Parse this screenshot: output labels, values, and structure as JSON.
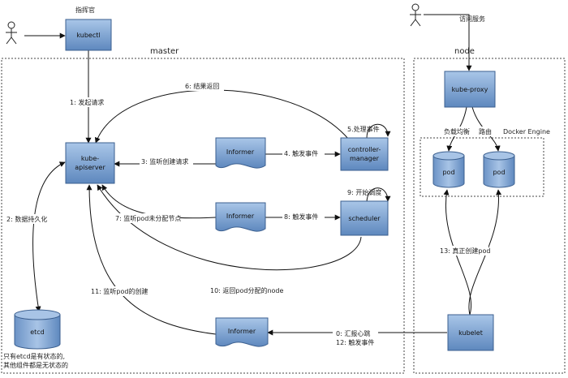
{
  "regions": {
    "master": "master",
    "node": "node",
    "docker_engine": "Docker Engine"
  },
  "actors": {
    "commander": "指挥官",
    "access_service": "访问服务"
  },
  "components": {
    "kubectl": "kubectl",
    "kube_apiserver_l1": "kube-",
    "kube_apiserver_l2": "apiserver",
    "informer_1": "Informer",
    "informer_2": "Informer",
    "informer_3": "Informer",
    "controller_manager_l1": "controller-",
    "controller_manager_l2": "manager",
    "scheduler": "scheduler",
    "etcd": "etcd",
    "kube_proxy": "kube-proxy",
    "pod_1": "pod",
    "pod_2": "pod",
    "kubelet": "kubelet"
  },
  "edges": {
    "e1": "1: 发起请求",
    "e2": "2: 数据持久化",
    "e3": "3: 监听创建请求",
    "e4": "4. 触发事件",
    "e5": "5.处理事件",
    "e6": "6: 结果返回",
    "e7": "7: 监听pod未分配节点",
    "e8": "8: 触发事件",
    "e9": "9: 开始调度",
    "e10": "10: 返回pod分配的node",
    "e11": "11: 监听pod的创建",
    "e12a": "0: 汇报心跳",
    "e12b": "12: 触发事件",
    "e13": "13: 真正创建pod",
    "lb": "负载均衡",
    "route": "路由"
  },
  "notes": {
    "etcd_line1": "只有etcd是有状态的,",
    "etcd_line2": "其他组件都是无状态的"
  }
}
